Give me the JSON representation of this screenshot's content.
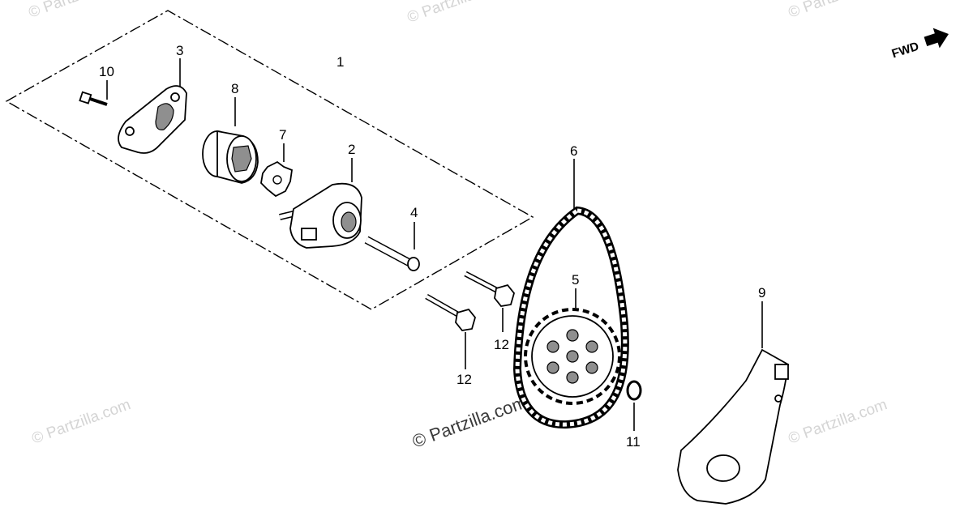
{
  "diagram": {
    "direction_label": "FWD",
    "watermark": "© Partzilla.com",
    "callouts": {
      "c1": "1",
      "c2": "2",
      "c3": "3",
      "c4": "4",
      "c5": "5",
      "c6": "6",
      "c7": "7",
      "c8": "8",
      "c9": "9",
      "c10": "10",
      "c11": "11",
      "c12a": "12",
      "c12b": "12"
    }
  }
}
